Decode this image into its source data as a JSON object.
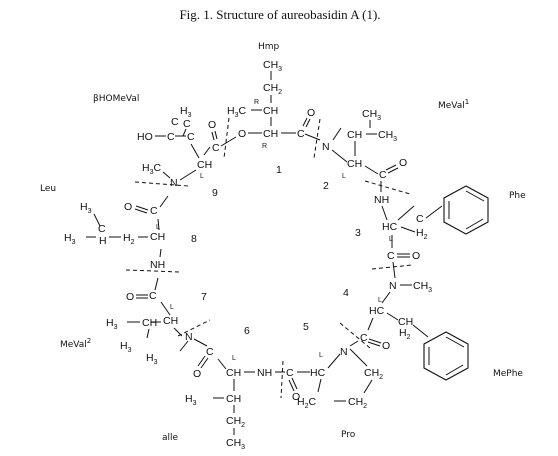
{
  "caption": "Fig. 1.   Structure of aureobasidin A (1).",
  "residues": {
    "hmp": "Hmp",
    "bhomeval": "βHOMeVal",
    "meval1": "MeVal",
    "meval1_sup": "1",
    "phe": "Phe",
    "leu": "Leu",
    "meval2": "MeVal",
    "meval2_sup": "2",
    "mephe": "MePhe",
    "alle": "alle",
    "pro": "Pro"
  },
  "ring_numbers": [
    "1",
    "2",
    "3",
    "4",
    "5",
    "6",
    "7",
    "8",
    "9"
  ],
  "stereo": {
    "r": "R",
    "l": "L"
  },
  "atoms": {
    "ch3": "CH",
    "h3": "H",
    "h3c": "H",
    "ch2": "CH",
    "ch": "CH",
    "c": "C",
    "o": "O",
    "n": "N",
    "nh": "NH",
    "hn": "HN",
    "h": "H",
    "ho": "HO",
    "hc": "HC",
    "h2c": "H",
    "h2": "H",
    "sub2": "2",
    "sub3": "3"
  }
}
